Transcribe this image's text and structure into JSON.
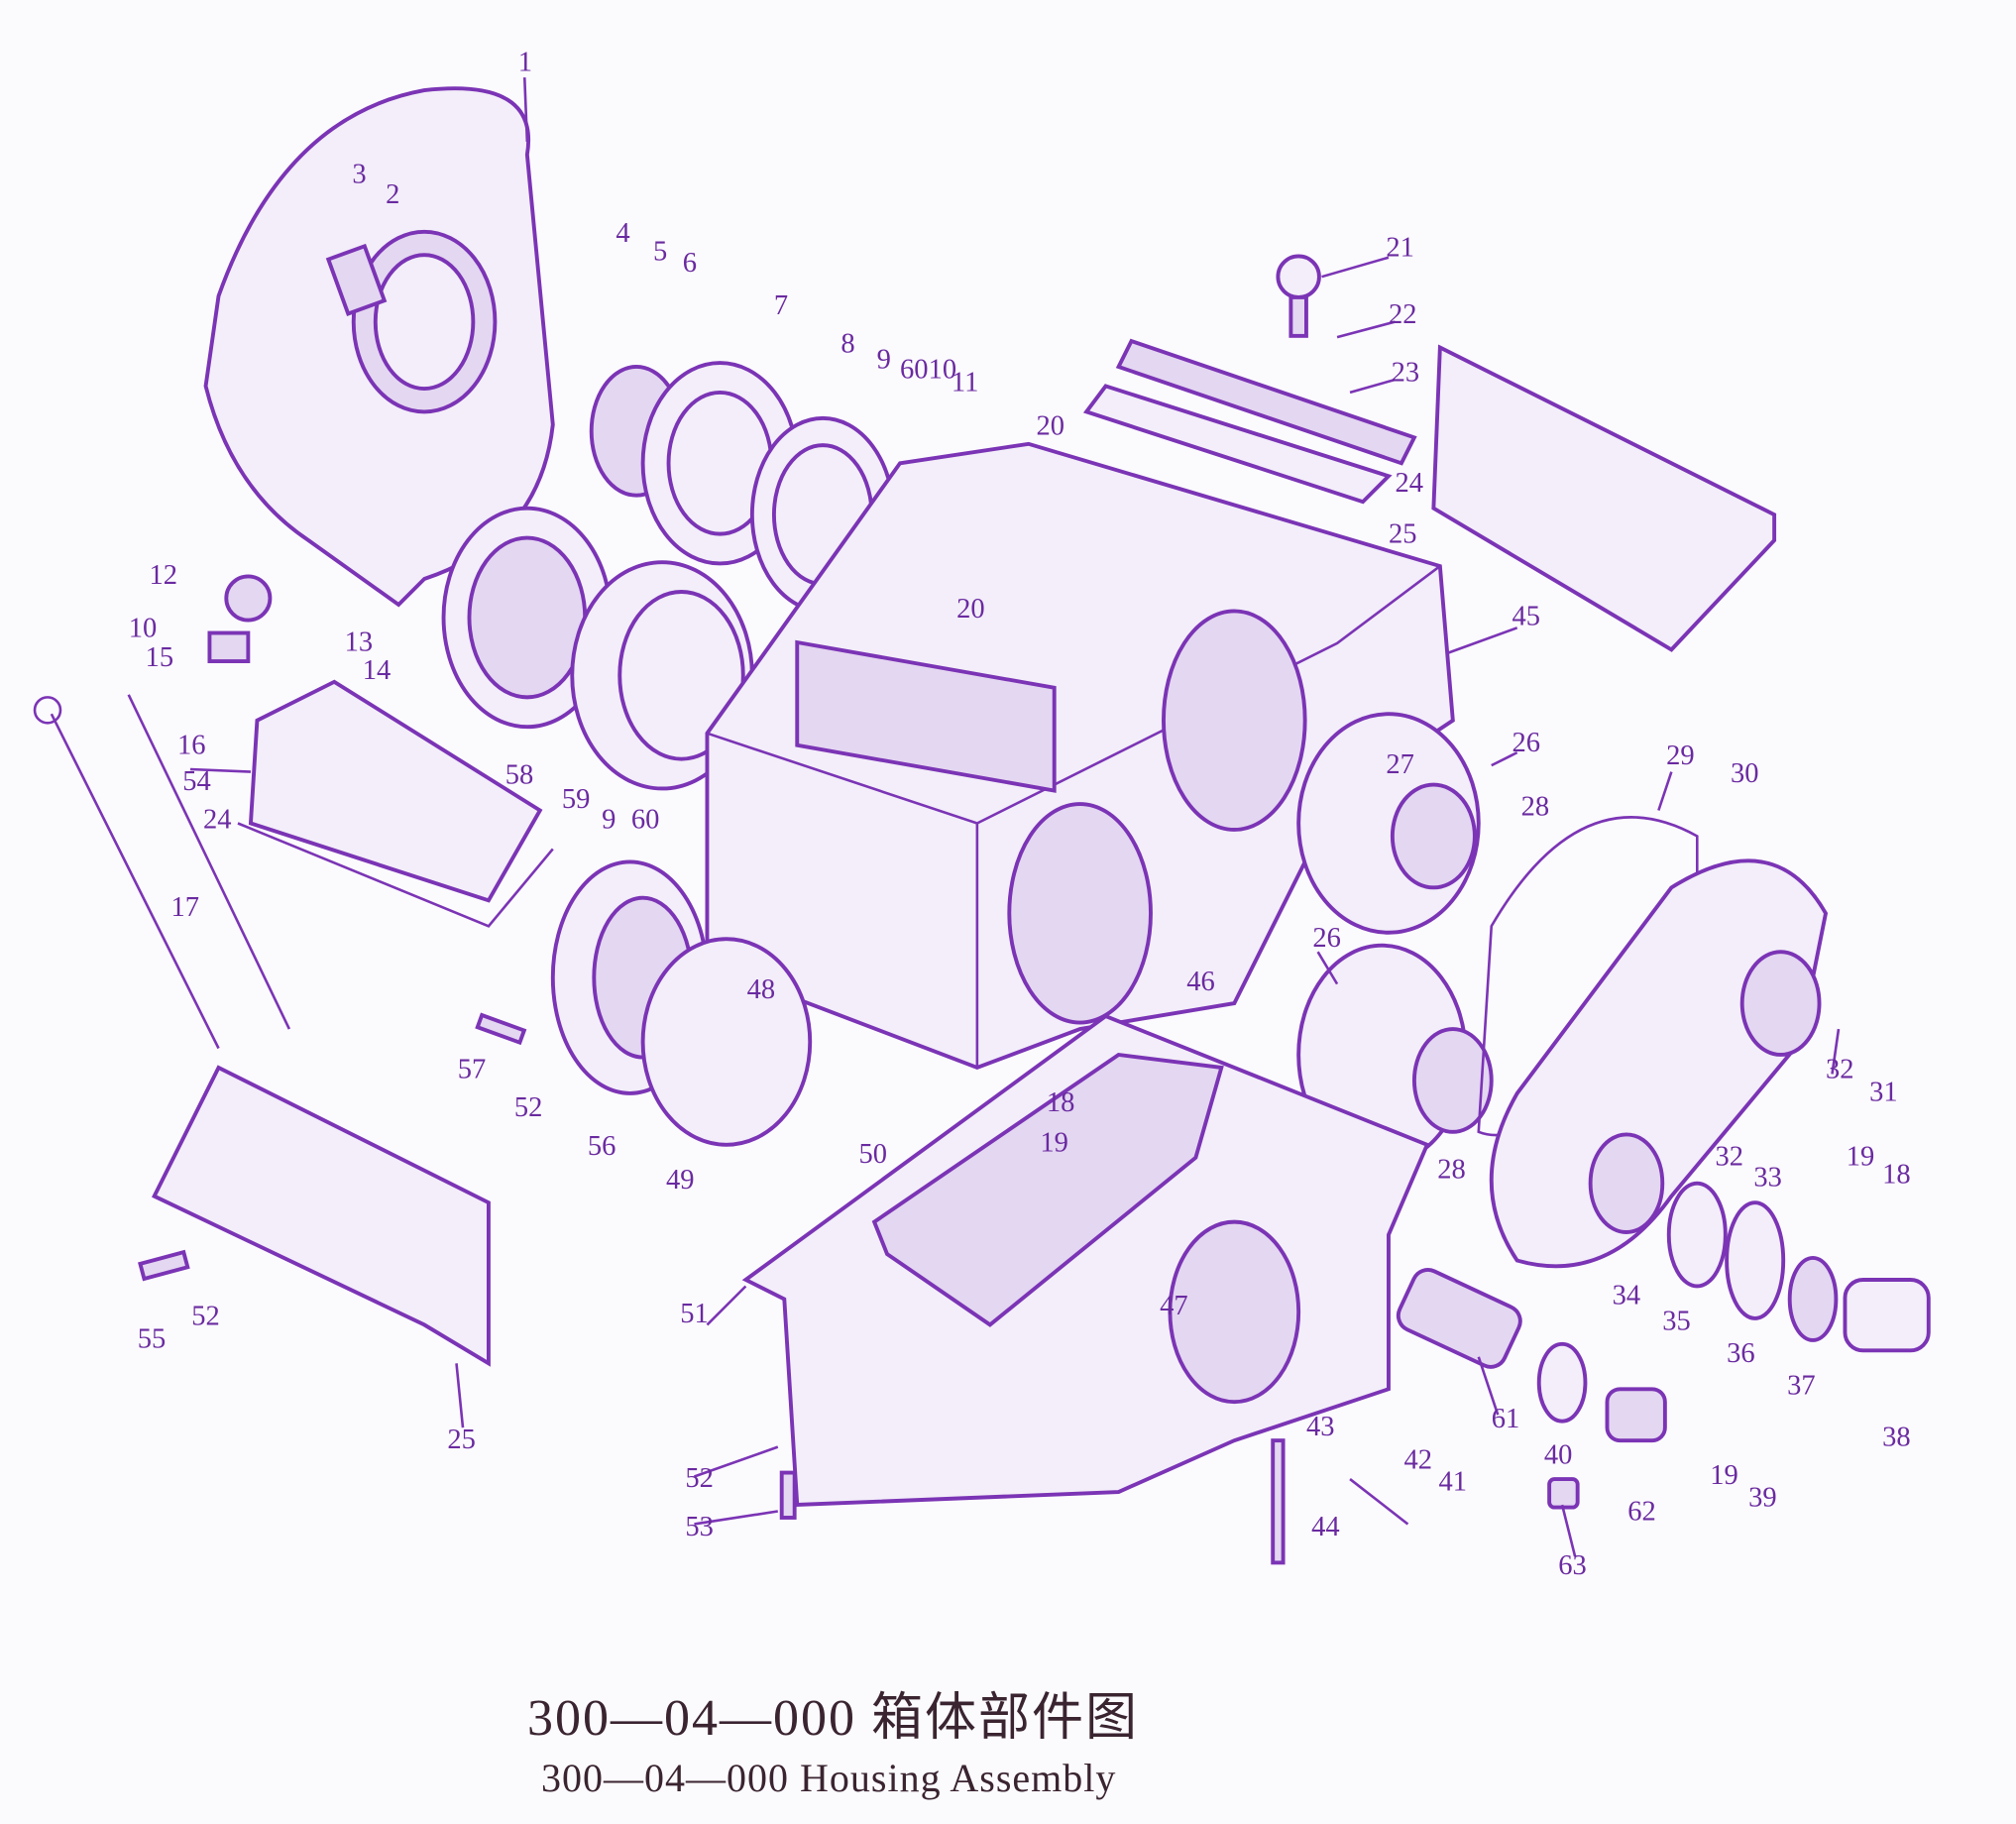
{
  "diagram": {
    "title": "300—04—000 箱体部件图",
    "subtitle": "300—04—000 Housing Assembly",
    "accent_color": "#7b34b5",
    "part_labels": [
      "1",
      "2",
      "3",
      "4",
      "5",
      "6",
      "7",
      "8",
      "9",
      "60",
      "10",
      "11",
      "20",
      "21",
      "22",
      "23",
      "24",
      "25",
      "45",
      "12",
      "10",
      "15",
      "13",
      "14",
      "20",
      "16",
      "54",
      "24",
      "17",
      "58",
      "59",
      "9",
      "60",
      "27",
      "26",
      "28",
      "29",
      "30",
      "26",
      "46",
      "48",
      "57",
      "52",
      "56",
      "49",
      "18",
      "19",
      "50",
      "32",
      "31",
      "32",
      "33",
      "19",
      "18",
      "28",
      "34",
      "35",
      "36",
      "37",
      "38",
      "55",
      "52",
      "51",
      "47",
      "25",
      "61",
      "42",
      "41",
      "40",
      "43",
      "19",
      "39",
      "62",
      "52",
      "53",
      "44",
      "63"
    ]
  }
}
